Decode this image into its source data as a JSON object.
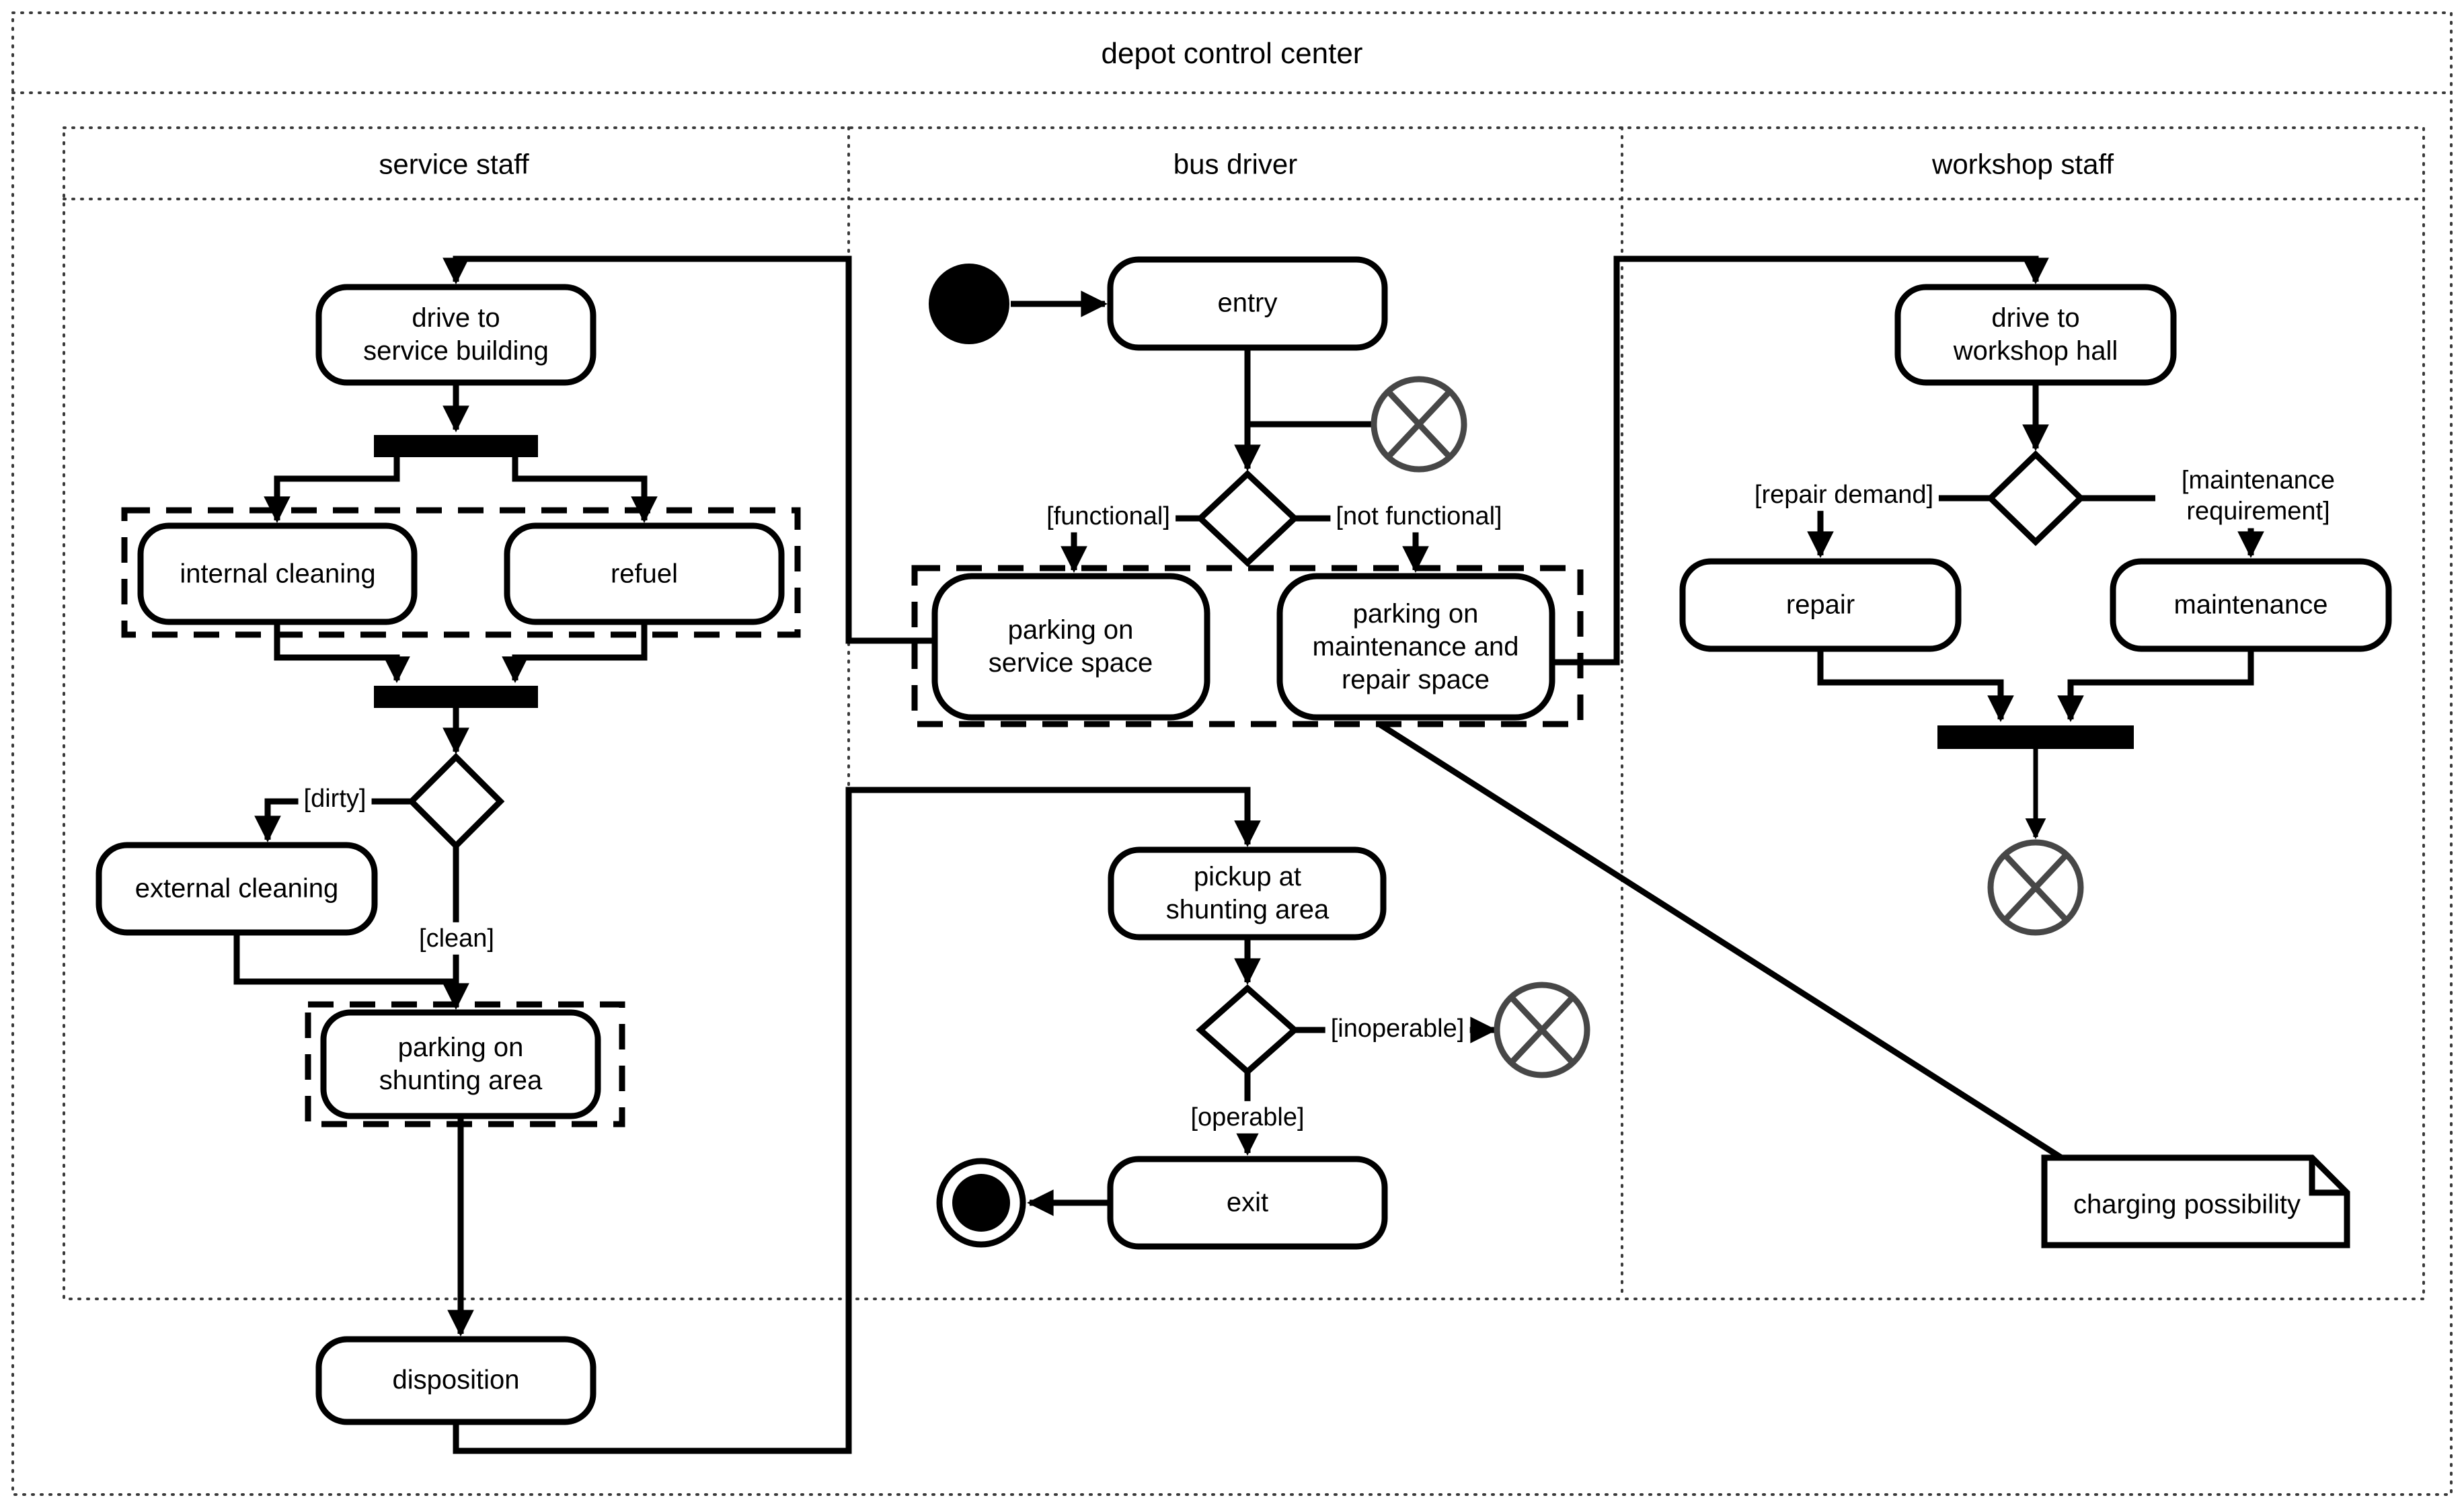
{
  "diagram": {
    "title": "depot control center"
  },
  "lanes": {
    "service": "service staff",
    "bus": "bus driver",
    "workshop": "workshop staff"
  },
  "activities": {
    "drive_service": "drive to\nservice building",
    "internal_cleaning": "internal cleaning",
    "refuel": "refuel",
    "external_cleaning": "external cleaning",
    "parking_shunting": "parking on\nshunting area",
    "disposition": "disposition",
    "entry": "entry",
    "parking_service": "parking on\nservice space",
    "parking_maintenance": "parking on\nmaintenance and\nrepair space",
    "pickup_shunting": "pickup at\nshunting area",
    "exit": "exit",
    "drive_workshop": "drive to\nworkshop hall",
    "repair": "repair",
    "maintenance": "maintenance"
  },
  "guards": {
    "dirty": "[dirty]",
    "clean": "[clean]",
    "functional": "[functional]",
    "not_functional": "[not functional]",
    "inoperable": "[inoperable]",
    "operable": "[operable]",
    "repair_demand": "[repair demand]",
    "maintenance_requirement": "[maintenance requirement]"
  },
  "note": {
    "text": "charging possibility"
  },
  "colors": {
    "line": "#000000",
    "final_node_gray": "#474747",
    "frame_dot_gray": "#3a3a3a"
  }
}
